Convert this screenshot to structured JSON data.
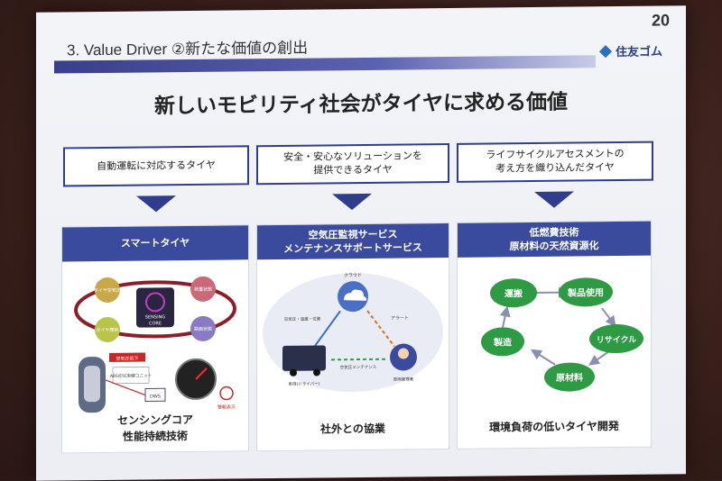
{
  "slide": {
    "page_number": "20",
    "section_title": "3.  Value Driver  ②新たな価値の創出",
    "logo_text": "住友ゴム",
    "main_title": "新しいモビリティ社会がタイヤに求める価値"
  },
  "columns": [
    {
      "label": "自動運転に対応するタイヤ",
      "panel_header": "スマートタイヤ",
      "caption_lines": [
        "センシングコア",
        "性能持続技術"
      ]
    },
    {
      "label_lines": [
        "安全・安心なソリューションを",
        "提供できるタイヤ"
      ],
      "panel_header_lines": [
        "空気圧監視サービス",
        "メンテナンスサポートサービス"
      ],
      "caption_lines": [
        "社外との協業"
      ]
    },
    {
      "label_lines": [
        "ライフサイクルアセスメントの",
        "考え方を織り込んだタイヤ"
      ],
      "panel_header_lines": [
        "低燃費技術",
        "原材料の天然資源化"
      ],
      "caption_lines": [
        "環境負荷の低いタイヤ開発"
      ]
    }
  ],
  "smart_tire": {
    "core_lines": [
      "SENSING",
      "CORE"
    ],
    "nodes": [
      "タイヤ空気圧",
      "荷重状態",
      "タイヤ摩耗",
      "路面状態"
    ],
    "alert_badge": "空気圧低下",
    "abs_unit": "ABS/ESC制御ユニット",
    "dws_unit": "DWS",
    "warning_label": "警報表示"
  },
  "service": {
    "cloud_label": "クラウド",
    "truck_info": "空気圧・温度・位置",
    "alert_label": "アラート",
    "maintenance_label": "空気圧メンテナンス",
    "driver_label": "車両(ドライバー)",
    "manager_label": "車両管理者"
  },
  "lifecycle": {
    "nodes": [
      "運搬",
      "製品使用",
      "リサイクル",
      "原材料",
      "製造"
    ],
    "node_color": "#2f9a44"
  },
  "colors": {
    "brand_navy": "#2f3d8c",
    "header_blue": "#3a4a9c"
  }
}
